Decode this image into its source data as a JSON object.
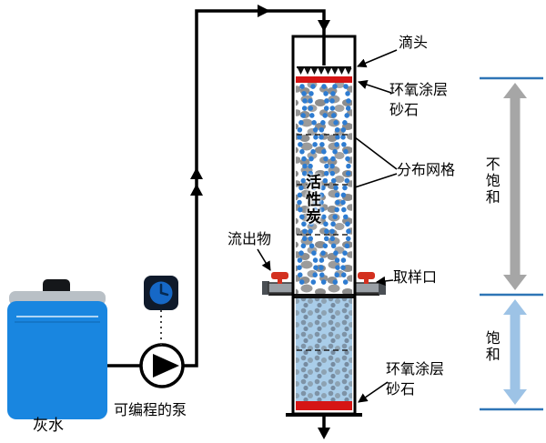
{
  "diagram": {
    "tank": {
      "label": "灰水"
    },
    "pump": {
      "label": "可编程的泵"
    },
    "effluent": {
      "label": "流出物"
    },
    "column": {
      "fill_label": "活性炭"
    },
    "annotations": {
      "drip_head": "滴头",
      "epoxy_top": {
        "line1": "环氧涂层",
        "line2": "砂石"
      },
      "distribution_grid": "分布网格",
      "sampling_port": "取样口",
      "epoxy_bottom": {
        "line1": "环氧涂层",
        "line2": "砂石"
      },
      "unsaturated_zone": "不饱和",
      "saturated_zone": "饱和"
    },
    "colors": {
      "tank_blue": "#1986e0",
      "stream_blue": "#2e7cd1",
      "saturated_fill": "#a9cde9",
      "red_layer": "#d51515",
      "unsaturated_arrow": "#a6a6a6",
      "saturated_arrow": "#9dc3e6",
      "zone_divider": "#2e75b6",
      "valve_red": "#d3301f",
      "controller_blue": "#1668c7"
    }
  }
}
